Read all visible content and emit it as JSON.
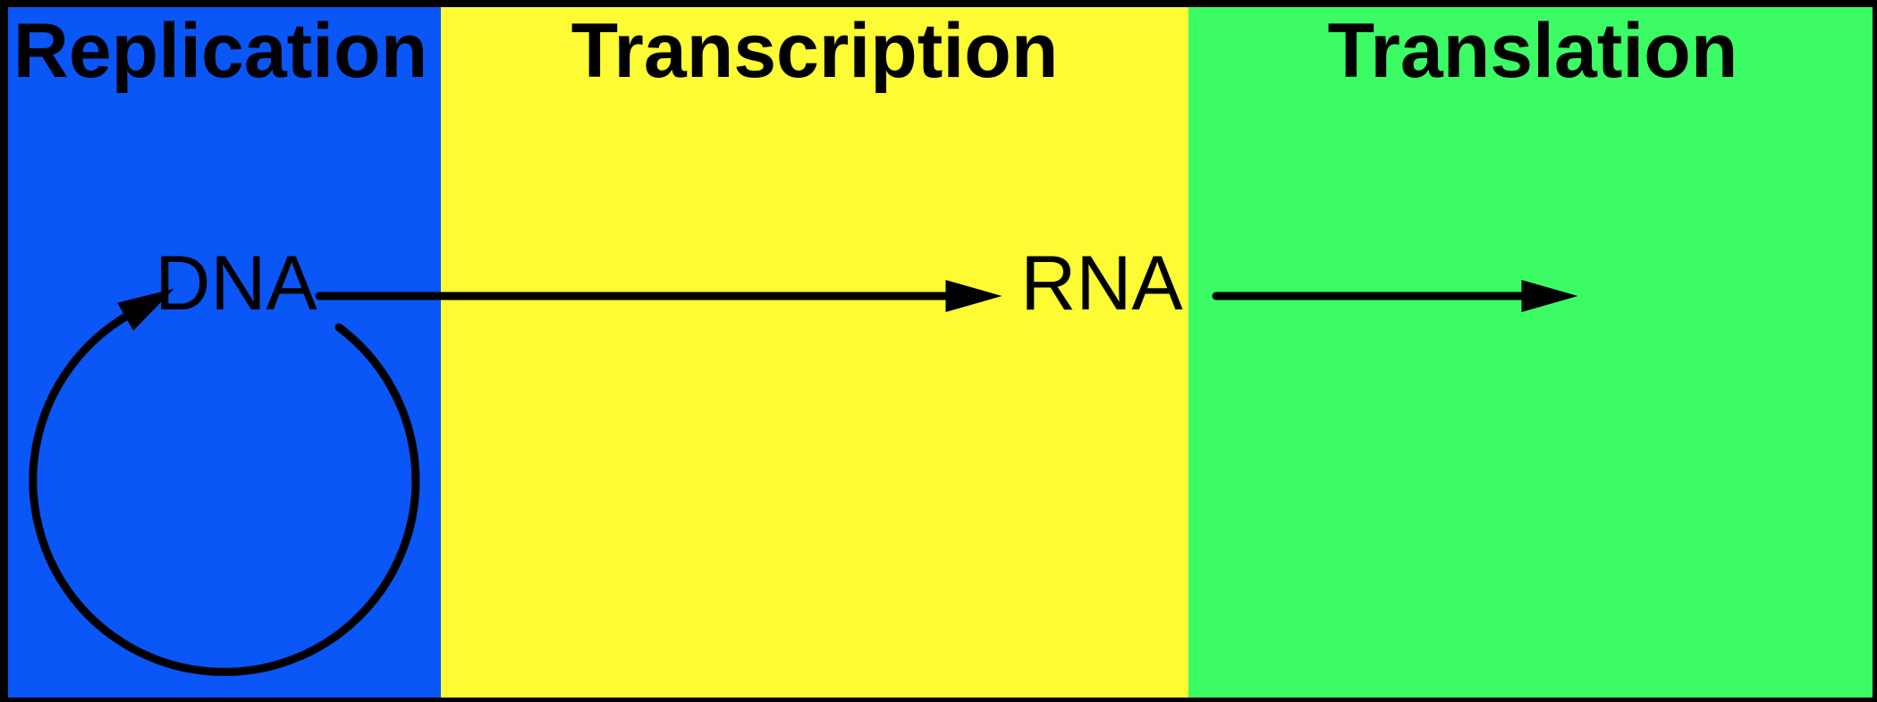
{
  "diagram": {
    "title_visible": false,
    "frame_color": "#000000",
    "stroke_color": "#000000",
    "panels": [
      {
        "label": "Replication",
        "color": "#0a56f6"
      },
      {
        "label": "Transcription",
        "color": "#fdfb33"
      },
      {
        "label": "Translation",
        "color": "#3cfc65"
      }
    ],
    "nodes": [
      {
        "label": "DNA"
      },
      {
        "label": "RNA"
      }
    ],
    "edges": [
      {
        "from": "DNA",
        "to": "DNA",
        "kind": "self-loop-circle-arrow",
        "panel": "Replication"
      },
      {
        "from": "DNA",
        "to": "RNA",
        "kind": "straight-arrow",
        "panel": "Transcription"
      },
      {
        "from": "RNA",
        "to": "",
        "kind": "straight-arrow",
        "panel": "Translation"
      }
    ]
  }
}
